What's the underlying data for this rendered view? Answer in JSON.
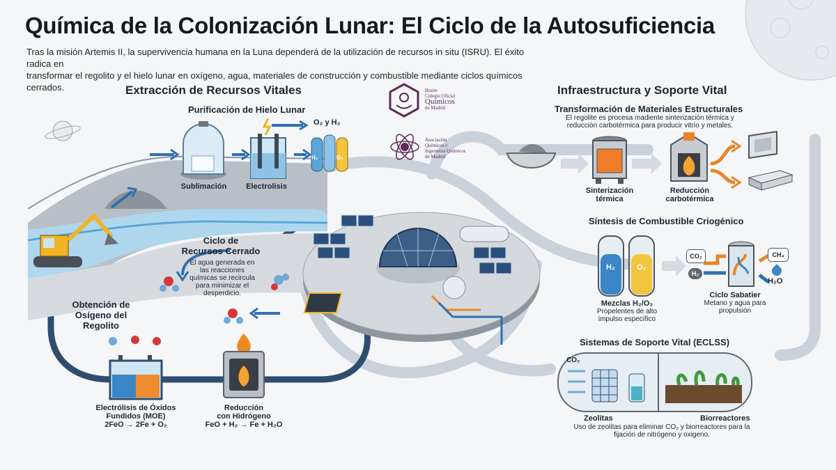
{
  "header": {
    "title": "Química de la Colonización Lunar: El Ciclo de la Autosuficiencia",
    "intro_line1": "Tras la misión Artemis II, la supervivencia humana en la Luna dependerá de la utilización de recursos in situ (ISRU). El éxito radica en",
    "intro_line2": "transformar el regolito y el hielo lunar en oxígeno, agua, materiales de construcción y combustible mediante ciclos químicos cerrados."
  },
  "logos": {
    "colegio": {
      "line1": "Ilustre",
      "line2": "Colegio Oficial",
      "line3": "Químicos",
      "line4": "de Madrid"
    },
    "asociacion": {
      "line1": "Asociación",
      "line2": "Químicos e",
      "line3": "Ingenieros Químicos",
      "line4": "de Madrid"
    }
  },
  "left": {
    "section_title": "Extracción de Recursos Vitales",
    "ice": {
      "title": "Purificación de Hielo Lunar",
      "sublimation": "Sublimación",
      "electrolysis": "Electrolisis",
      "gases_label": "O₂ y H₂",
      "tank_h2": "H₂",
      "tank_o2": "O₂"
    },
    "cycle": {
      "title_line1": "Ciclo de",
      "title_line2": "Recursos Cerrado",
      "desc": "El agua generada en las reacciones químicas se recircula para minimizar el desperdicio."
    },
    "oxygen": {
      "title_line1": "Obtención de",
      "title_line2": "Osígeno del",
      "title_line3": "Regolito"
    },
    "moe": {
      "label_line1": "Electrólisis de Óxidos",
      "label_line2": "Fundidos (MOE)",
      "equation": "2FeO → 2Fe + O₂"
    },
    "hydrogen": {
      "label_line1": "Reducción",
      "label_line2": "con Hidrógeno",
      "equation": "FeO + H₂ → Fe + H₂O"
    }
  },
  "right": {
    "section_title": "Infraestructura y Soporte Vital",
    "materials": {
      "title": "Transformación de Materiales Estructurales",
      "desc": "El regolite es procesa madiente sinterización térmica y reducción carbotérmica para producir vitrío y metales.",
      "sinter_line1": "Sinterización",
      "sinter_line2": "térmica",
      "carbo_line1": "Reducción",
      "carbo_line2": "carbotérmica"
    },
    "fuel": {
      "title": "Síntesis de Combustible Criogénico",
      "tank_h2": "H₂",
      "tank_o2": "O₂",
      "co2": "CO₂",
      "h2": "H₂",
      "ch4": "CH₄",
      "h2o": "H₂O",
      "mix_title": "Mezclas H₂/O₂",
      "mix_desc": "Propelentes de alto impulso específico",
      "sabatier_title": "Ciclo Sabatier",
      "sabatier_desc": "Metano y agua para propulsión"
    },
    "eclss": {
      "title": "Sistemas de Soporte Vital (ECLSS)",
      "co2": "CO₂",
      "zeolitas": "Zeolitas",
      "bioreactors": "Biorreactores",
      "desc_line1": "Uso de zeolitas para eliminar CO₂ y biorreactores para la",
      "desc_line2": "fijación de nitrógeno y oxigeno."
    }
  },
  "colors": {
    "pipe": "#c6ced8",
    "pipe_dark": "#2f4d6e",
    "arrow_blue": "#2f6fb0",
    "fire": "#f08a1c",
    "logo": "#5b2a57"
  }
}
